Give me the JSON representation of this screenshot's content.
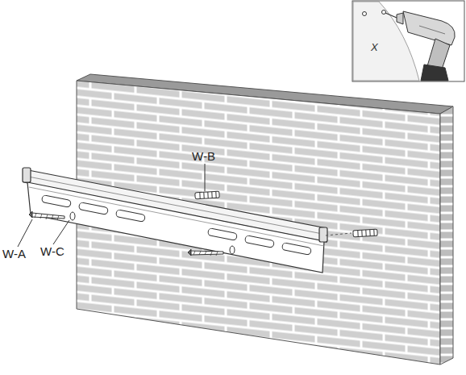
{
  "diagram": {
    "labels": [
      "W-B",
      "W-A",
      "W-C",
      "X"
    ]
  }
}
